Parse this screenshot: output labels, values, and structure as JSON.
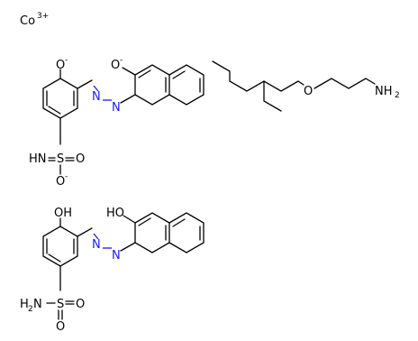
{
  "ion": {
    "symbol": "Co",
    "charge": "3+"
  },
  "molecule1": {
    "o_top": "O",
    "o_top_charge": "-",
    "o_naph": "O",
    "o_naph_charge": "-",
    "n1": "N",
    "n2": "N",
    "hn": "HN",
    "s": "S",
    "o_right": "O",
    "o_bottom": "O",
    "o_bottom_charge": "-"
  },
  "molecule2": {
    "ho": "HO",
    "oh": "OH",
    "n1": "N",
    "n2": "N",
    "h2n": "H",
    "h2n_sub": "2",
    "h2n_n": "N",
    "s": "S",
    "o_right": "O",
    "o_bottom": "O"
  },
  "amine": {
    "o": "O",
    "nh": "NH",
    "nh_sub": "2"
  },
  "colors": {
    "bond": "#000000",
    "azo": "#1a1aff"
  }
}
